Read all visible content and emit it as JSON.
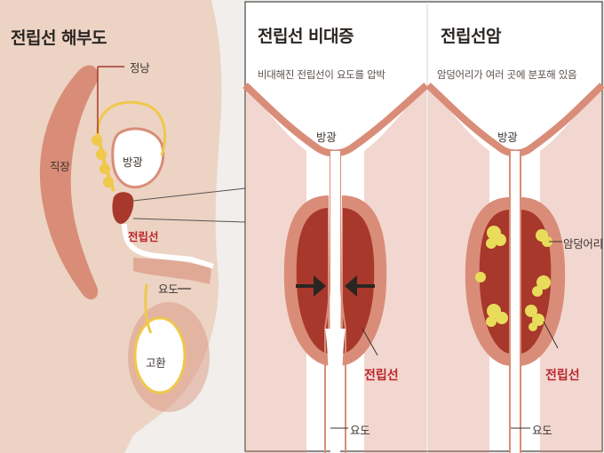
{
  "anatomy": {
    "title": "전립선 해부도",
    "labels": {
      "seminal_vesicle": "정낭",
      "rectum": "직장",
      "bladder": "방광",
      "prostate": "전립선",
      "urethra": "요도",
      "testis": "고환"
    }
  },
  "bph": {
    "title": "전립선 비대증",
    "subtitle": "비대해진 전립선이 요도를 압박",
    "labels": {
      "bladder": "방광",
      "prostate": "전립선",
      "urethra": "요도"
    }
  },
  "cancer": {
    "title": "전립선암",
    "subtitle": "암덩어리가 여러 곳에 분포해 있음",
    "labels": {
      "bladder": "방광",
      "tumor": "암덩어리",
      "prostate": "전립선",
      "urethra": "요도"
    }
  },
  "colors": {
    "skin": "#ecd3c3",
    "tissue": "#d98d78",
    "prostate_dark": "#a8372c",
    "label_red": "#b9262b",
    "tumor": "#e8dc5a",
    "seminal": "#f0c84a"
  }
}
